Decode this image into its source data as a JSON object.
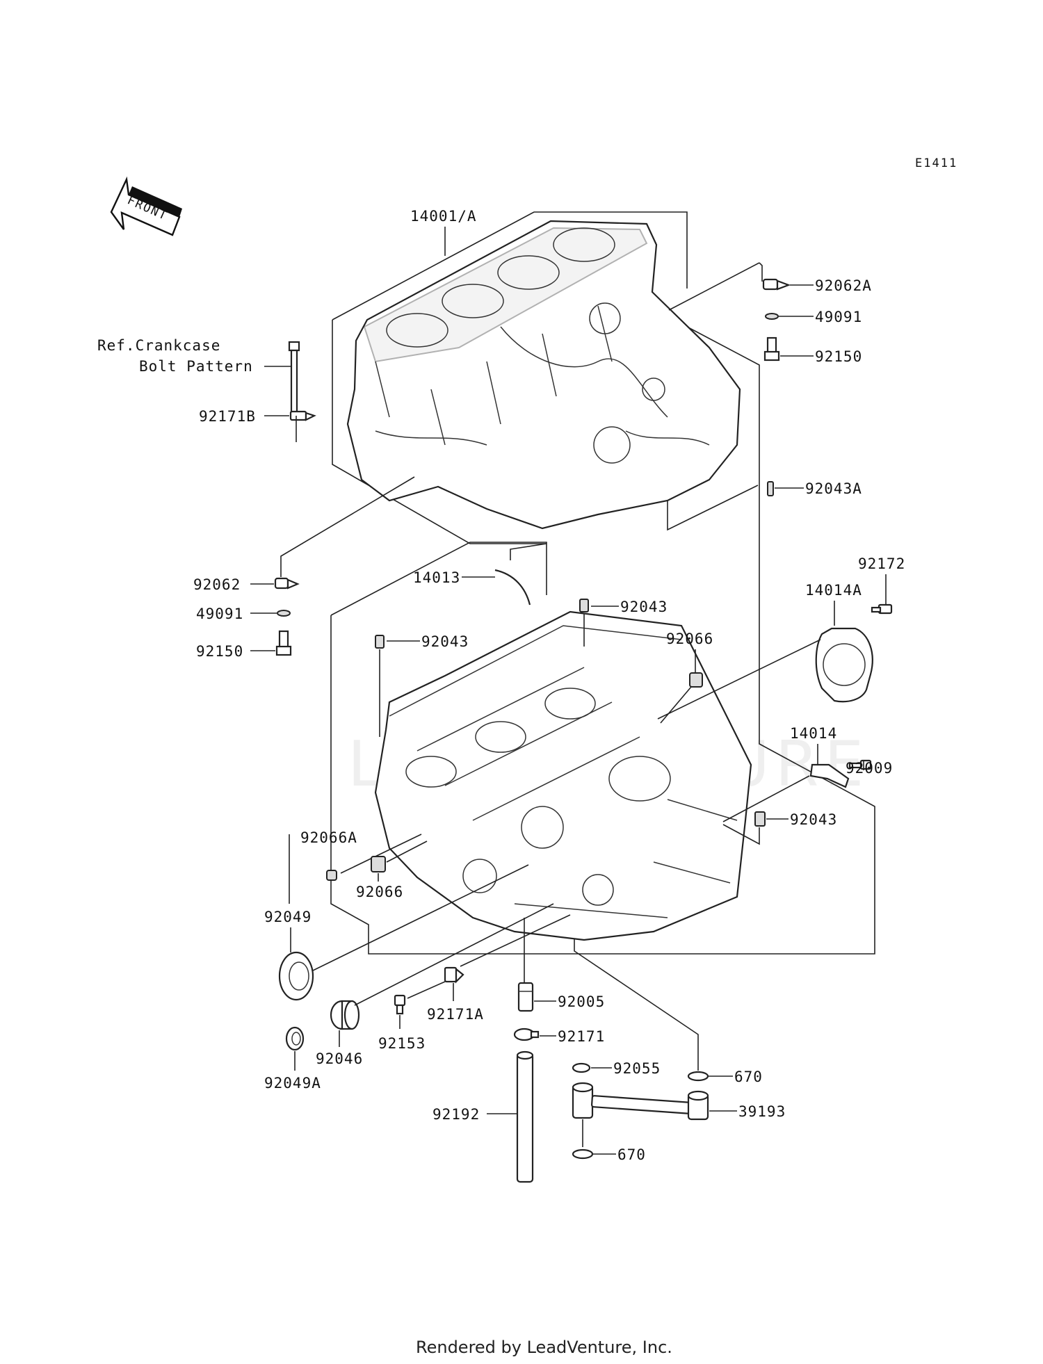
{
  "diagram_code": "E1411",
  "front_arrow": "FRONT",
  "reference_note": [
    "Ref.Crankcase",
    "Bolt Pattern"
  ],
  "watermark": "LEADVENTURE",
  "footer": "Rendered by LeadVenture, Inc.",
  "parts": {
    "p14001A": "14001/A",
    "p92062A": "92062A",
    "p49091_top": "49091",
    "p92150_top": "92150",
    "p92171B": "92171B",
    "p92043A": "92043A",
    "p92062": "92062",
    "p14013": "14013",
    "p49091": "49091",
    "p92150": "92150",
    "p92043_a": "92043",
    "p92043_b": "92043",
    "p92066_top": "92066",
    "p92172": "92172",
    "p14014A": "14014A",
    "p14014": "14014",
    "p92009": "92009",
    "p92043_c": "92043",
    "p92066A": "92066A",
    "p92066": "92066",
    "p92049": "92049",
    "p92005": "92005",
    "p92171A": "92171A",
    "p92171": "92171",
    "p92153": "92153",
    "p92046": "92046",
    "p92049A": "92049A",
    "p92055": "92055",
    "p670_top": "670",
    "p39193": "39193",
    "p92192": "92192",
    "p670_bottom": "670"
  }
}
